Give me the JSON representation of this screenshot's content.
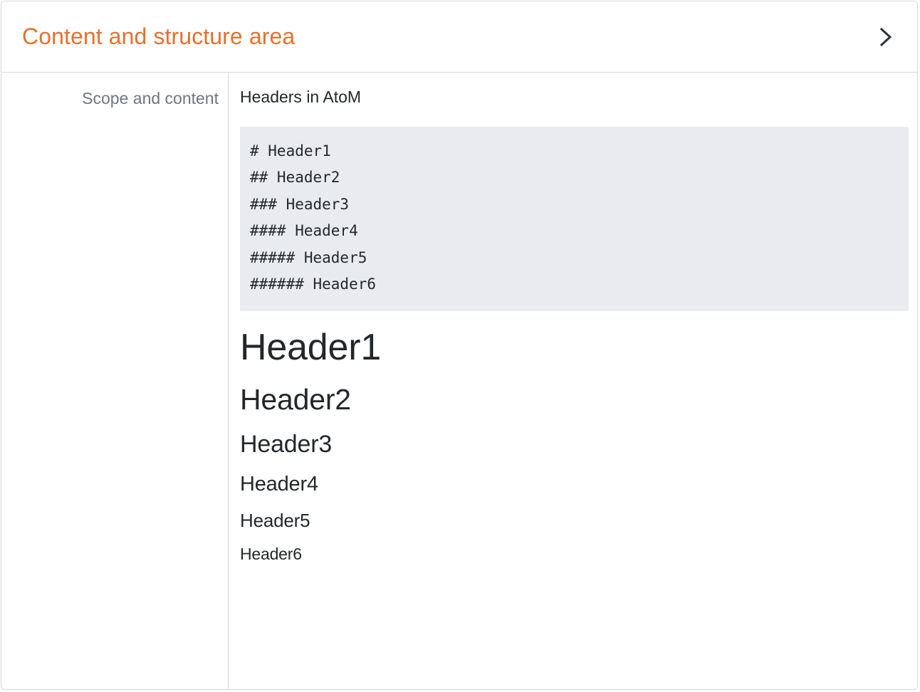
{
  "panel": {
    "header": {
      "title": "Content and structure area",
      "toggle_icon": "chevron-right-icon",
      "title_color": "#e8702a"
    },
    "field": {
      "label": "Scope and content",
      "label_color": "#6c7783"
    },
    "content": {
      "intro": "Headers in AtoM",
      "code_block": {
        "background_color": "#e9ebee",
        "lines": [
          "# Header1",
          "## Header2",
          "### Header3",
          "#### Header4",
          "##### Header5",
          "###### Header6"
        ]
      },
      "rendered_headers": [
        {
          "level": 1,
          "text": "Header1"
        },
        {
          "level": 2,
          "text": "Header2"
        },
        {
          "level": 3,
          "text": "Header3"
        },
        {
          "level": 4,
          "text": "Header4"
        },
        {
          "level": 5,
          "text": "Header5"
        },
        {
          "level": 6,
          "text": "Header6"
        }
      ]
    }
  }
}
